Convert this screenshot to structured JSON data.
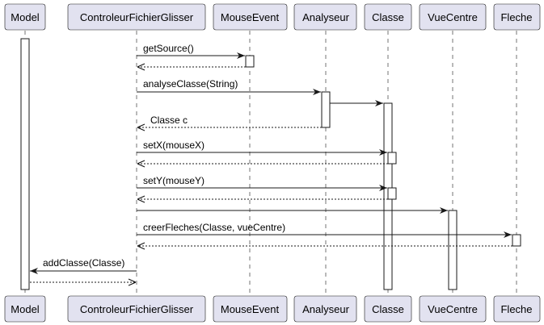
{
  "diagram": {
    "participants": [
      "Model",
      "ControleurFichierGlisser",
      "MouseEvent",
      "Analyseur",
      "Classe",
      "VueCentre",
      "Fleche"
    ],
    "messages": [
      {
        "from": "ControleurFichierGlisser",
        "to": "MouseEvent",
        "label": "getSource()",
        "kind": "call"
      },
      {
        "from": "MouseEvent",
        "to": "ControleurFichierGlisser",
        "label": "",
        "kind": "return"
      },
      {
        "from": "ControleurFichierGlisser",
        "to": "Analyseur",
        "label": "analyseClasse(String)",
        "kind": "call"
      },
      {
        "from": "Analyseur",
        "to": "Classe",
        "label": "",
        "kind": "call"
      },
      {
        "from": "Analyseur",
        "to": "ControleurFichierGlisser",
        "label": "Classe c",
        "kind": "return"
      },
      {
        "from": "ControleurFichierGlisser",
        "to": "Classe",
        "label": "setX(mouseX)",
        "kind": "call"
      },
      {
        "from": "Classe",
        "to": "ControleurFichierGlisser",
        "label": "",
        "kind": "return"
      },
      {
        "from": "ControleurFichierGlisser",
        "to": "Classe",
        "label": "setY(mouseY)",
        "kind": "call"
      },
      {
        "from": "Classe",
        "to": "ControleurFichierGlisser",
        "label": "",
        "kind": "return"
      },
      {
        "from": "ControleurFichierGlisser",
        "to": "VueCentre",
        "label": "",
        "kind": "call"
      },
      {
        "from": "ControleurFichierGlisser",
        "to": "Fleche",
        "label": "creerFleches(Classe, vueCentre)",
        "kind": "call"
      },
      {
        "from": "Fleche",
        "to": "ControleurFichierGlisser",
        "label": "",
        "kind": "return"
      },
      {
        "from": "ControleurFichierGlisser",
        "to": "Model",
        "label": "addClasse(Classe)",
        "kind": "call"
      },
      {
        "from": "Model",
        "to": "ControleurFichierGlisser",
        "label": "",
        "kind": "return"
      }
    ]
  }
}
